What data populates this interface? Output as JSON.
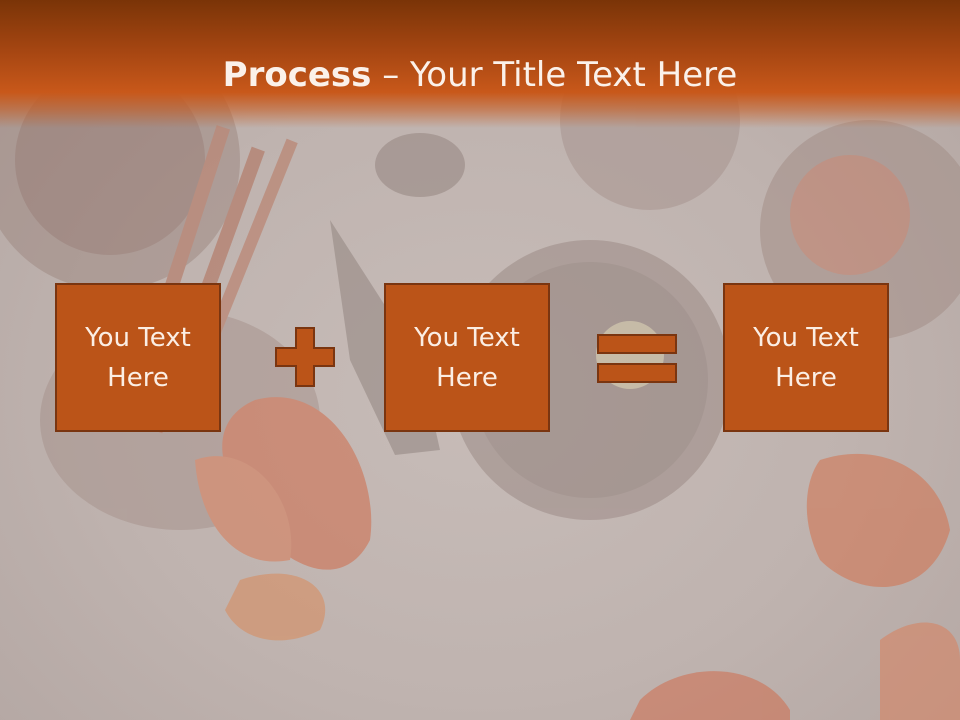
{
  "slide": {
    "title_bold": "Process",
    "title_dash": " – ",
    "title_rest": "Your Title Text Here",
    "boxes": [
      {
        "text": "You Text\nHere"
      },
      {
        "text": "You Text\nHere"
      },
      {
        "text": "You Text\nHere"
      }
    ],
    "operators": [
      "plus-icon",
      "equals-icon"
    ],
    "colors": {
      "header": "#c8581a",
      "header_dark": "#7a3407",
      "box_fill": "#bb5418",
      "box_border": "#7a3510",
      "box_text": "#fbeee4",
      "background": "#c7bcb8"
    }
  }
}
